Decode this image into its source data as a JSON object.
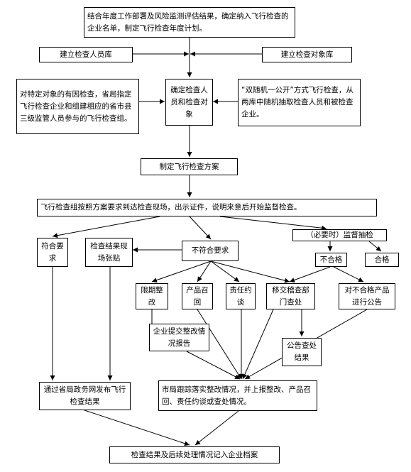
{
  "flowchart": {
    "plan_source": "结合年度工作部署及风险监测评估结果，确定纳入飞行检查的企业名单，制定飞行检查年度计划。",
    "inspector_pool": "建立检查人员库",
    "target_pool": "建立检查对象库",
    "targeted_inspection": "对特定对象的有因检查，省局指定飞行检查企业和组建相应的省市县三级监管人员参与的飞行检查组。",
    "determine_members": "确定检查人员和检查对象",
    "random_inspection": "“双随机一公开”方式飞行检查，从两库中随机抽取检查人员和被检查企业。",
    "make_plan": "制定飞行检查方案",
    "onsite_inspection": "飞行检查组按照方案要求到达检查现场，出示证件，说明来意后开始监督检查。",
    "compliant": "符合要求",
    "post_results": "检查结果现场张贴",
    "noncompliant": "不符合要求",
    "sampling": "（必要时）监督抽检",
    "unqualified": "不合格",
    "qualified": "合格",
    "rectify": "限期整改",
    "recall": "产品召回",
    "interview": "责任约谈",
    "transfer": "移交稽查部门查处",
    "announce_unqualified": "对不合格产品进行公告",
    "rectify_report": "企业提交整改情况报告",
    "announce_penalty": "公告查处结果",
    "publish_online": "通过省局政务网发布飞行检查结果",
    "follow_up": "市局跟踪落实整改情况，并上报整改、产品召回、责任约谈或查处情况。",
    "archive": "检查结果及后续处理情况记入企业档案"
  }
}
